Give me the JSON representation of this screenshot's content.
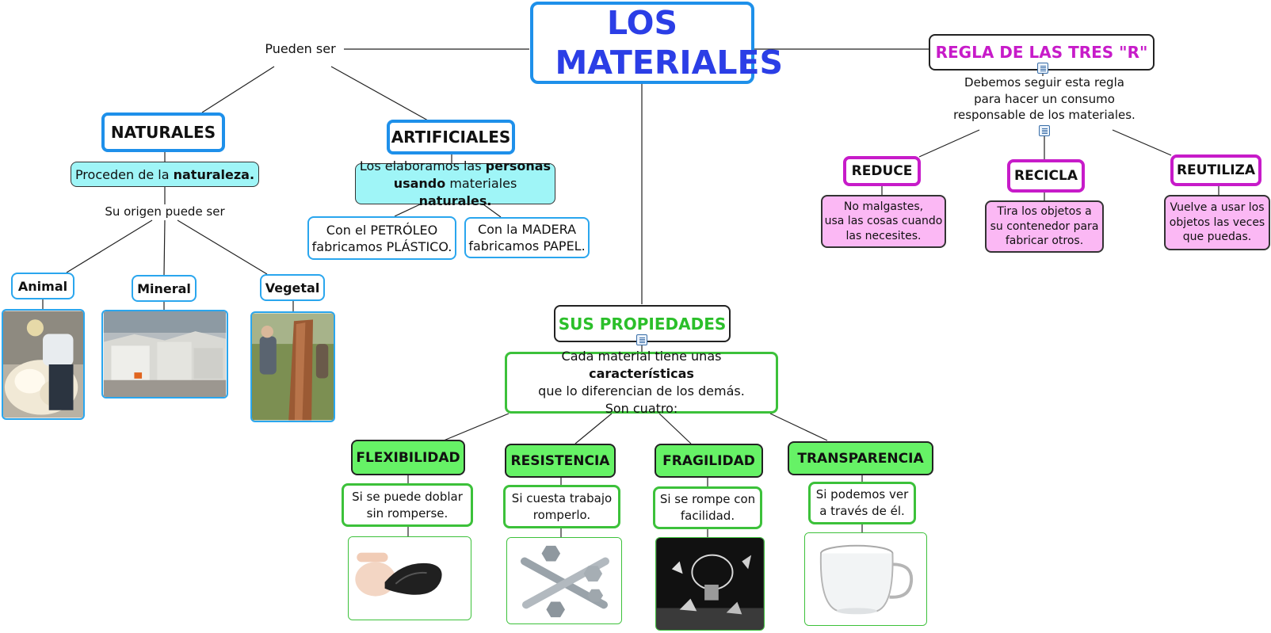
{
  "title": "LOS MATERIALES",
  "left": {
    "pueden_ser": "Pueden ser",
    "naturales": {
      "label": "NATURALES",
      "desc_pre": "Proceden de la ",
      "desc_bold": "naturaleza.",
      "origen": "Su origen puede ser",
      "animal": "Animal",
      "mineral": "Mineral",
      "vegetal": "Vegetal"
    },
    "artificiales": {
      "label": "ARTIFICIALES",
      "d1": "Los elaboramos las ",
      "d2": "personas",
      "d3": "usando",
      "d4": " materiales ",
      "d5": "naturales.",
      "petroleo_1": "Con el PETRÓLEO",
      "petroleo_2": "fabricamos PLÁSTICO.",
      "madera_1": "Con la MADERA",
      "madera_2": "fabricamos PAPEL."
    }
  },
  "propiedades": {
    "label": "SUS PROPIEDADES",
    "p1": "Cada material tiene unas ",
    "p2": "características",
    "p3": "que lo diferencian de los demás.",
    "p4": "Son cuatro:",
    "flexibilidad": {
      "label": "FLEXIBILIDAD",
      "l1": "Si se puede doblar",
      "l2": "sin romperse."
    },
    "resistencia": {
      "label": "RESISTENCIA",
      "l1": "Si cuesta trabajo",
      "l2": "romperlo."
    },
    "fragilidad": {
      "label": "FRAGILIDAD",
      "l1": "Si se rompe con",
      "l2": "facilidad."
    },
    "transparencia": {
      "label": "TRANSPARENCIA",
      "l1": "Si podemos ver",
      "l2": "a través de él."
    }
  },
  "regla": {
    "label": "REGLA DE LAS TRES \"R\"",
    "t1": "Debemos seguir esta regla",
    "t2": "para hacer un consumo",
    "t3": "responsable de los materiales.",
    "reduce": {
      "label": "REDUCE",
      "l1": "No malgastes,",
      "l2": "usa las cosas cuando",
      "l3": "las necesites."
    },
    "recicla": {
      "label": "RECICLA",
      "l1": "Tira los objetos a",
      "l2": "su contenedor para",
      "l3": "fabricar otros."
    },
    "reutiliza": {
      "label": "REUTILIZA",
      "l1": "Vuelve a usar los",
      "l2": "objetos las veces",
      "l3": "que puedas."
    }
  },
  "colors": {
    "blue": "#1e90ea",
    "title": "#2b3ee6",
    "magenta": "#c71bc9",
    "green": "#3cc13a",
    "cyan": "#9ff5f7",
    "pink": "#fbb8f4"
  }
}
